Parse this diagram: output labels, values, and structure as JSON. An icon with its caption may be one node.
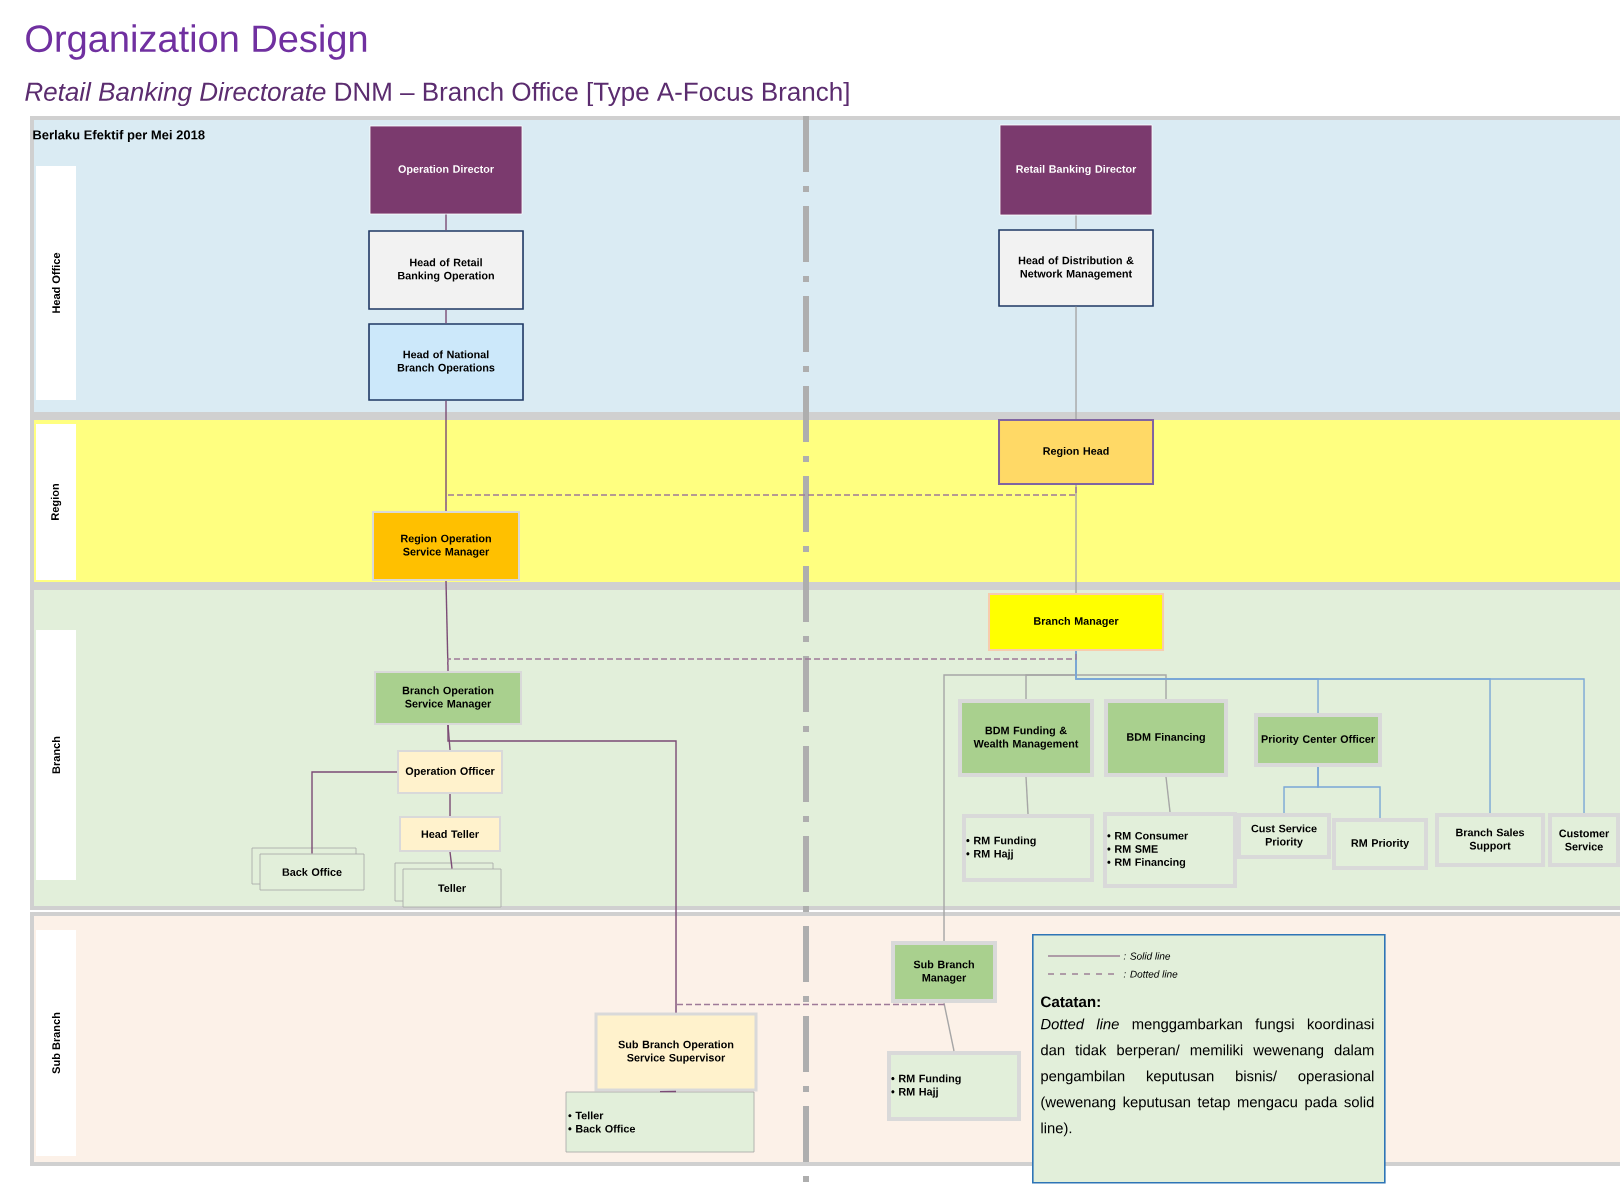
{
  "diagram": {
    "title": "Organization Design",
    "nodes": [
      {
        "text": [
          "Head Office"
        ]
      },
      {
        "text": [
          "Operation Director"
        ],
        "in": 0
      },
      {
        "text": [
          "Head of Retail Banking Operation"
        ],
        "in": 0
      },
      {
        "text": [
          "Head of National Branch Operations"
        ],
        "in": 0
      },
      {
        "text": [
          "Retail Banking Director"
        ],
        "in": 0
      },
      {
        "text": [
          "Head of Distribution & Network Management"
        ],
        "in": 0
      },
      {
        "text": [
          "Region"
        ]
      },
      {
        "text": [
          "Region Operation Service Manager"
        ],
        "in": 6
      },
      {
        "text": [
          "Region Head"
        ],
        "in": 6
      },
      {
        "text": [
          "Branch"
        ]
      },
      {
        "text": [
          "Branch Manager"
        ],
        "in": 9
      },
      {
        "text": [
          "Branch Operation Service Manager"
        ],
        "in": 9
      },
      {
        "text": [
          "Operation Officer"
        ],
        "in": 9
      },
      {
        "text": [
          "Head Teller"
        ],
        "in": 9
      },
      {
        "text": [
          "Back Office"
        ],
        "in": 9
      },
      {
        "text": [
          "Teller"
        ],
        "in": 9
      },
      {
        "text": [
          "BDM Funding & Wealth Management"
        ],
        "in": 9
      },
      {
        "text": [
          "BDM Financing"
        ],
        "in": 9
      },
      {
        "text": [
          "Priority Center Officer"
        ],
        "in": 9
      },
      {
        "text": [
          "• RM Funding",
          "• RM Hajj"
        ],
        "in": 9
      },
      {
        "text": [
          "• RM Consumer",
          "• RM SME",
          "• RM Financing"
        ],
        "in": 9
      },
      {
        "text": [
          "Cust Service Priority"
        ],
        "in": 9
      },
      {
        "text": [
          "RM Priority"
        ],
        "in": 9
      },
      {
        "text": [
          "Branch Sales Support"
        ],
        "in": 9
      },
      {
        "text": [
          "Customer Service"
        ],
        "in": 9
      },
      {
        "text": [
          "Sub Branch"
        ]
      },
      {
        "text": [
          "Sub Branch Manager"
        ],
        "in": 25
      },
      {
        "text": [
          "Sub Branch Operation Service Supervisor"
        ],
        "in": 25
      },
      {
        "text": [
          "• Teller",
          "• Back Office"
        ],
        "in": 25
      },
      {
        "text": [
          "• RM Funding",
          "• RM Hajj"
        ],
        "in": 25
      },
      {
        "text": [
          "Catatan:",
          "*Dotted line* menggambarkan fungsi koordinasi dan tidak berperan/ memiliki wewenang dalam pengambilan keputusan bisnis/ operasional (wewenang keputusan tetap mengacu pada solid line)."
        ],
        "in": 25
      }
    ],
    "edges": [
      {
        "from": 1,
        "to": 2,
        "arrow": "none"
      },
      {
        "from": 2,
        "to": 3,
        "arrow": "none"
      },
      {
        "from": 3,
        "to": 7,
        "arrow": "none"
      },
      {
        "from": 7,
        "to": 11,
        "arrow": "none"
      },
      {
        "from": 11,
        "to": 12,
        "arrow": "none"
      },
      {
        "from": 12,
        "to": 13,
        "arrow": "none"
      },
      {
        "from": 13,
        "to": 15,
        "arrow": "none"
      },
      {
        "from": 12,
        "to": 14,
        "arrow": "none"
      },
      {
        "from": 11,
        "to": 27,
        "arrow": "none"
      },
      {
        "from": 27,
        "to": 28,
        "arrow": "none"
      },
      {
        "from": 4,
        "to": 5,
        "arrow": "none",
        "color": "#a6a6a6"
      },
      {
        "from": 5,
        "to": 8,
        "arrow": "none",
        "color": "#a6a6a6"
      },
      {
        "from": 8,
        "to": 10,
        "arrow": "none",
        "color": "#a6a6a6"
      },
      {
        "from": 10,
        "to": 16,
        "arrow": "none",
        "color": "#a6a6a6"
      },
      {
        "from": 10,
        "to": 17,
        "arrow": "none",
        "color": "#a6a6a6"
      },
      {
        "from": 10,
        "to": 26,
        "arrow": "none",
        "color": "#a6a6a6"
      },
      {
        "from": 10,
        "to": 18,
        "arrow": "none",
        "color": "#7aa7d6"
      },
      {
        "from": 10,
        "to": 23,
        "arrow": "none",
        "color": "#7aa7d6"
      },
      {
        "from": 10,
        "to": 24,
        "arrow": "none",
        "color": "#7aa7d6"
      },
      {
        "from": 18,
        "to": 21,
        "arrow": "none",
        "color": "#7aa7d6"
      },
      {
        "from": 18,
        "to": 22,
        "arrow": "none",
        "color": "#7aa7d6"
      },
      {
        "from": 16,
        "to": 19,
        "arrow": "none",
        "color": "#a6a6a6"
      },
      {
        "from": 17,
        "to": 20,
        "arrow": "none",
        "color": "#a6a6a6"
      },
      {
        "from": 26,
        "to": 29,
        "arrow": "none",
        "color": "#a6a6a6"
      },
      {
        "from": 7,
        "to": 8,
        "arrow": "none",
        "style": "dashed",
        "color": "#9e7a98"
      },
      {
        "from": 11,
        "to": 10,
        "arrow": "none",
        "style": "dashed",
        "color": "#9e7a98"
      },
      {
        "from": 27,
        "to": 26,
        "arrow": "none",
        "style": "dashed",
        "color": "#9e7a98"
      }
    ],
    "labels": [
      "*Retail Banking Directorate* DNM – Branch Office [Type A-Focus Branch]",
      "Berlaku Efektif per Mei 2018"
    ],
    "legend": [
      {
        "text": ": Solid line"
      },
      {
        "text": ": Dotted line"
      }
    ]
  }
}
